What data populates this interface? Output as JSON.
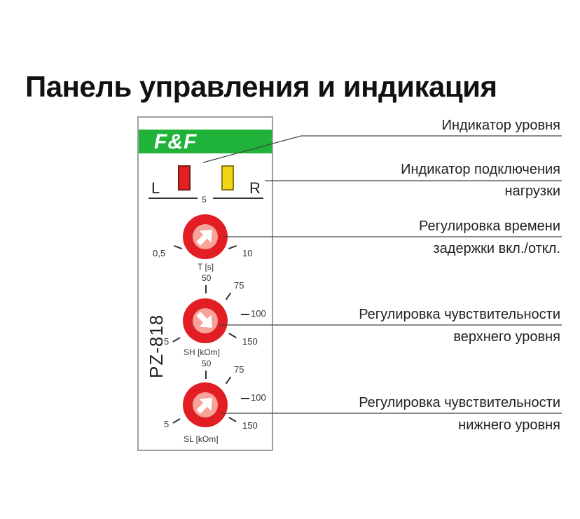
{
  "title": "Панель управления и индикация",
  "brand": "F&F",
  "model": "PZ-818",
  "indicators": {
    "left_letter": "L",
    "right_letter": "R",
    "scale_mid": "5"
  },
  "knob_time": {
    "min": "0,5",
    "max": "10",
    "unit": "T [s]"
  },
  "knob_high": {
    "ticks": [
      "5",
      "50",
      "75",
      "100",
      "150"
    ],
    "unit": "SH [kOm]"
  },
  "knob_low": {
    "ticks": [
      "5",
      "50",
      "75",
      "100",
      "150"
    ],
    "unit": "SL [kOm]"
  },
  "labels": {
    "level_indicator": "Индикатор уровня",
    "load_indicator_1": "Индикатор подключения",
    "load_indicator_2": "нагрузки",
    "delay_1": "Регулировка времени",
    "delay_2": "задержки вкл./откл.",
    "high_1": "Регулировка чувствительности",
    "high_2": "верхнего уровня",
    "low_1": "Регулировка чувствительности",
    "low_2": "нижнего уровня"
  },
  "colors": {
    "brand_green": "#1fb33a",
    "knob_red": "#e31d24",
    "led_red": "#e41f1f",
    "led_yellow": "#f2d514"
  }
}
